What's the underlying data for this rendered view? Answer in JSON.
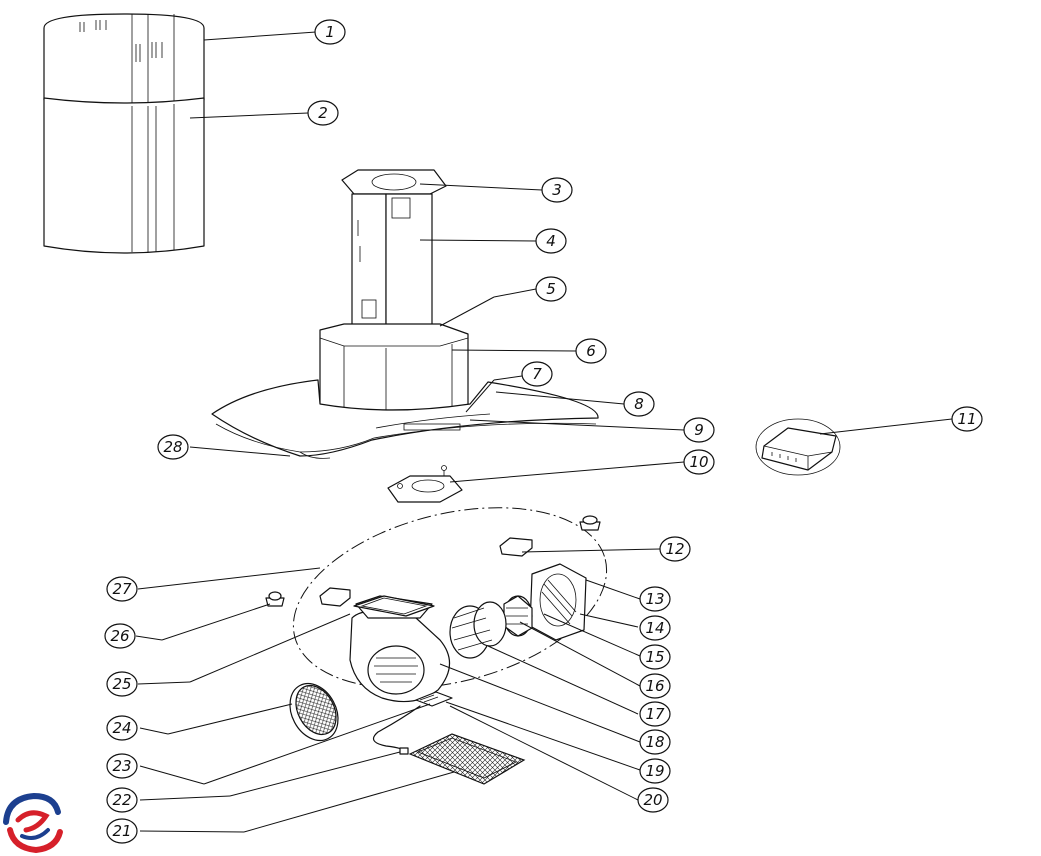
{
  "callouts": [
    {
      "label": "1"
    },
    {
      "label": "2"
    },
    {
      "label": "3"
    },
    {
      "label": "4"
    },
    {
      "label": "5"
    },
    {
      "label": "6"
    },
    {
      "label": "7"
    },
    {
      "label": "8"
    },
    {
      "label": "9"
    },
    {
      "label": "10"
    },
    {
      "label": "11"
    },
    {
      "label": "12"
    },
    {
      "label": "13"
    },
    {
      "label": "14"
    },
    {
      "label": "15"
    },
    {
      "label": "16"
    },
    {
      "label": "17"
    },
    {
      "label": "18"
    },
    {
      "label": "19"
    },
    {
      "label": "20"
    },
    {
      "label": "21"
    },
    {
      "label": "22"
    },
    {
      "label": "23"
    },
    {
      "label": "24"
    },
    {
      "label": "25"
    },
    {
      "label": "26"
    },
    {
      "label": "27"
    },
    {
      "label": "28"
    }
  ],
  "colors": {
    "line": "#111111",
    "logo_red": "#d6202a",
    "logo_blue": "#1c3f8f"
  }
}
